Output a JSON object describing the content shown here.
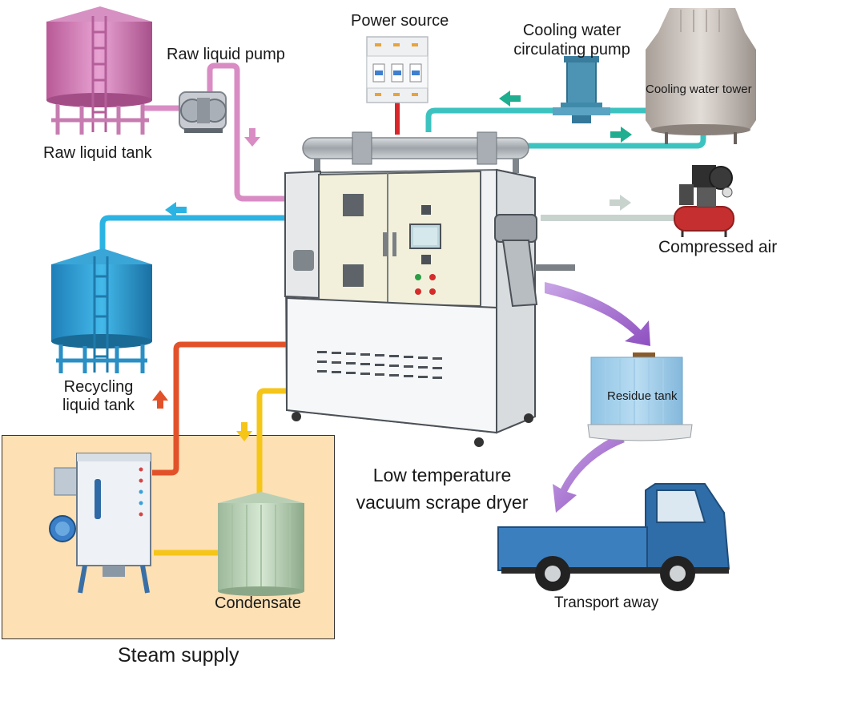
{
  "labels": {
    "raw_liquid_pump": "Raw liquid pump",
    "raw_liquid_tank": "Raw liquid tank",
    "power_source": "Power source",
    "cooling_pump_line1": "Cooling water",
    "cooling_pump_line2": "circulating pump",
    "cooling_tower": "Cooling water tower",
    "compressed_air": "Compressed air",
    "recycling_line1": "Recycling",
    "recycling_line2": "liquid tank",
    "residue_tank": "Residue tank",
    "dryer_line1": "Low temperature",
    "dryer_line2": "vacuum scrape dryer",
    "condensate": "Condensate",
    "steam_supply": "Steam supply",
    "transport_away": "Transport away"
  },
  "colors": {
    "raw_liquid_pipe": "#d98cc4",
    "recycle_pipe": "#2bb4e3",
    "cooling_pipe": "#3cc3c0",
    "steam_pipe": "#e2522a",
    "condensate_pipe": "#f5c518",
    "air_pipe": "#c8d3ce",
    "power_cable": "#d9262b",
    "flow_arrow_purple": "#9b59b6",
    "steam_box_bg": "#fde0b4"
  }
}
